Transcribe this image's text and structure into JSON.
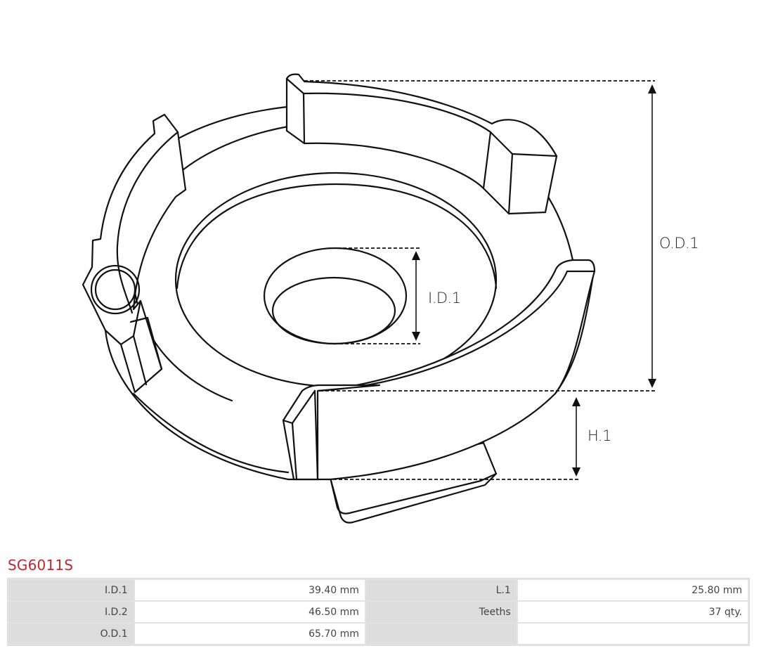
{
  "product": {
    "code": "SG6011S",
    "title_color": "#c1272d"
  },
  "drawing": {
    "labels": {
      "od1": "O.D.1",
      "id1": "I.D.1",
      "h1": "H.1"
    }
  },
  "specs": {
    "rows": [
      {
        "left_key": "I.D.1",
        "left_value": "39.40 mm",
        "right_key": "L.1",
        "right_value": "25.80 mm"
      },
      {
        "left_key": "I.D.2",
        "left_value": "46.50 mm",
        "right_key": "Teeths",
        "right_value": "37 qty."
      },
      {
        "left_key": "O.D.1",
        "left_value": "65.70 mm",
        "right_key": "",
        "right_value": ""
      }
    ]
  }
}
